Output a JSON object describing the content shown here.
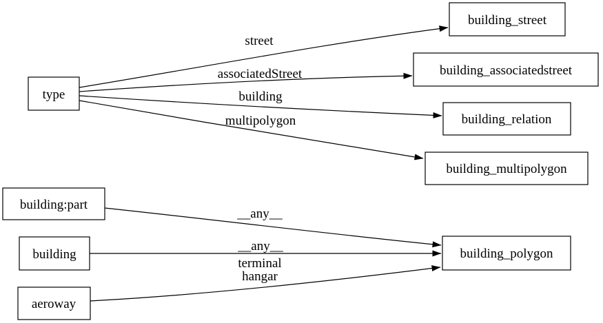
{
  "diagram": {
    "background_color": "#ffffff",
    "line_color": "#000000",
    "text_color": "#000000",
    "nodes": [
      {
        "id": "type",
        "label": "type"
      },
      {
        "id": "building_street",
        "label": "building_street"
      },
      {
        "id": "building_associatedstreet",
        "label": "building_associatedstreet"
      },
      {
        "id": "building_relation",
        "label": "building_relation"
      },
      {
        "id": "building_multipolygon",
        "label": "building_multipolygon"
      },
      {
        "id": "building_polygon",
        "label": "building_polygon"
      },
      {
        "id": "building_part",
        "label": "building:part"
      },
      {
        "id": "building",
        "label": "building"
      },
      {
        "id": "aeroway",
        "label": "aeroway"
      }
    ],
    "edges": [
      {
        "from": "type",
        "to": "building_street",
        "label": "street"
      },
      {
        "from": "type",
        "to": "building_associatedstreet",
        "label": "associatedStreet"
      },
      {
        "from": "type",
        "to": "building_relation",
        "label": "building"
      },
      {
        "from": "type",
        "to": "building_multipolygon",
        "label": "multipolygon"
      },
      {
        "from": "building:part",
        "to": "building_polygon",
        "label": "__any__"
      },
      {
        "from": "building",
        "to": "building_polygon",
        "label": "__any__"
      },
      {
        "from": "aeroway",
        "to": "building_polygon",
        "label": "terminal",
        "label2": "hangar"
      }
    ]
  }
}
